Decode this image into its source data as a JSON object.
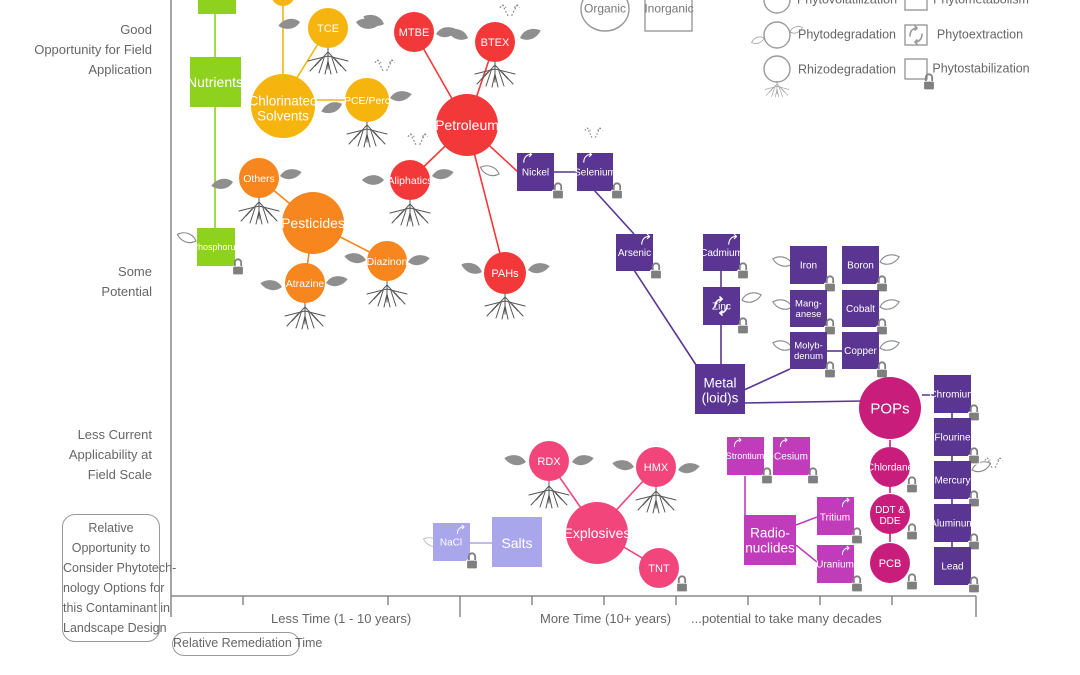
{
  "colors": {
    "nutrients": "#8ed21e",
    "solvents": "#f6b40e",
    "pesticides": "#f7861e",
    "petroleum": "#f23838",
    "metals": "#5a3592",
    "pops": "#c91d7c",
    "radionuclides": "#c03cba",
    "explosives": "#f2457c",
    "salts": "#a9a6ec",
    "legend_gray": "#999999",
    "axis": "#888888"
  },
  "y_axis": {
    "good": [
      "Good",
      "Opportunity for Field",
      "Application"
    ],
    "some": [
      "Some",
      "Potential"
    ],
    "less": [
      "Less Current",
      "Applicability at",
      "Field Scale"
    ],
    "relative_box": [
      "Relative",
      "Opportunity to",
      "Consider Phytotech-",
      "nology Options for",
      "this Contaminant in",
      "Landscape Design"
    ]
  },
  "x_axis": {
    "box_label": "Relative Remediation Time",
    "less_time": "Less Time (1 - 10 years)",
    "more_time": "More Time (10+ years)",
    "decades": "...potential to take many decades"
  },
  "legend": {
    "organic": "Organic",
    "inorganic": "Inorganic",
    "phytovolatilization": "Phytovolatilization",
    "phytometabolism": "Phytometabolism",
    "phytodegradation": "Phytodegradation",
    "phytoextraction": "Phytoextraction",
    "rhizodegradation": "Rhizodegradation",
    "phytostabilization": "Phytostabilization"
  },
  "nodes": {
    "nutrients": "Nutrients",
    "phosphorus": "Phosphorus",
    "tce": "TCE",
    "chlorinated": [
      "Chlorinated",
      "Solvents"
    ],
    "pce": "PCE/Perc",
    "mtbe": "MTBE",
    "btex": "BTEX",
    "petroleum": "Petroleum",
    "aliphatics": "Aliphatics",
    "pahs": "PAHs",
    "others": "Others",
    "pesticides": "Pesticides",
    "atrazine": "Atrazine",
    "diazinon": "Diazinon",
    "nickel": "Nickel",
    "selenium": "Selenium",
    "arsenic": "Arsenic",
    "cadmium": "Cadmium",
    "zinc": "Zinc",
    "iron": "Iron",
    "boron": "Boron",
    "manganese": [
      "Mang-",
      "anese"
    ],
    "cobalt": "Cobalt",
    "molybdenum": [
      "Molyb-",
      "denum"
    ],
    "copper": "Copper",
    "metalloids": [
      "Metal",
      "(loid)s"
    ],
    "pops": "POPs",
    "chromium": "Chromium",
    "flourine": "Flourine",
    "mercury": "Mercury",
    "aluminum": "Aluminum",
    "lead": "Lead",
    "chlordane": "Chlordane",
    "ddt": [
      "DDT &",
      "DDE"
    ],
    "pcb": "PCB",
    "strontium": "Strontium",
    "cesium": "Cesium",
    "radionuclides": [
      "Radio-",
      "nuclides"
    ],
    "tritium": "Tritium",
    "uranium": "Uranium",
    "rdx": "RDX",
    "hmx": "HMX",
    "explosives": "Explosives",
    "tnt": "TNT",
    "nacl": "NaCl",
    "salts": "Salts"
  }
}
